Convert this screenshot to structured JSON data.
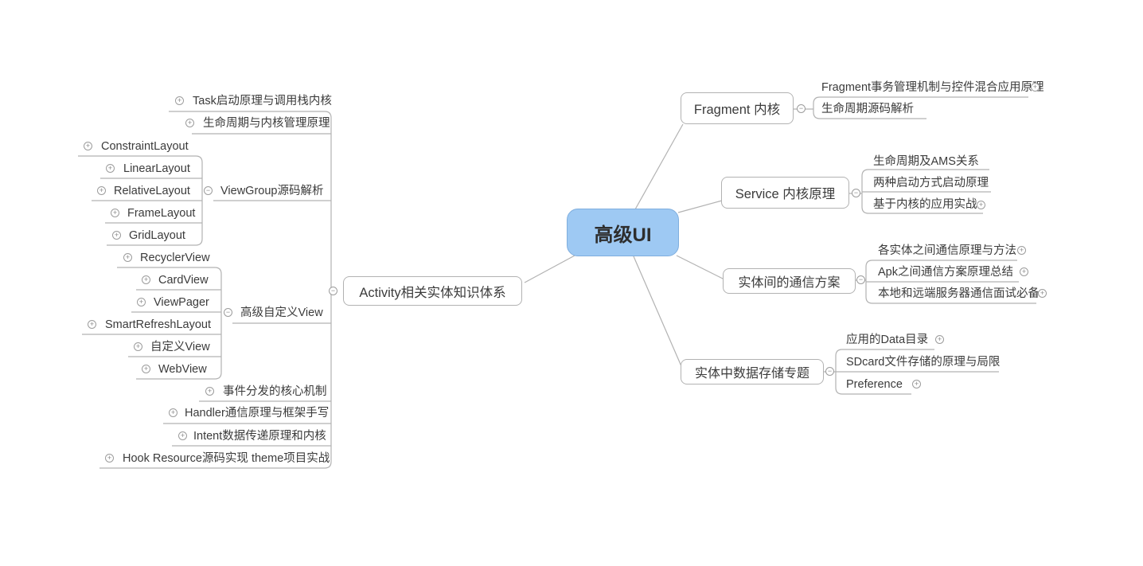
{
  "root": {
    "label": "高级UI"
  },
  "icons": {
    "expand": "+",
    "collapse": "−"
  },
  "colors": {
    "center_fill": "#9EC9F3",
    "center_border": "#7FAEDE",
    "line": "#B2B2B2",
    "text": "#3B3B3B"
  },
  "topics": {
    "activity": "Activity相关实体知识体系",
    "task": "Task启动原理与调用栈内核",
    "lifecycle_kernel": "生命周期与内核管理原理",
    "viewgroup": "ViewGroup源码解析",
    "constraint": "ConstraintLayout",
    "linear": "LinearLayout",
    "relative": "RelativeLayout",
    "frame": "FrameLayout",
    "grid": "GridLayout",
    "custom_view_group": "高级自定义View",
    "recycler": "RecyclerView",
    "card": "CardView",
    "viewpager": "ViewPager",
    "smart": "SmartRefreshLayout",
    "custom_view": "自定义View",
    "webview": "WebView",
    "event": "事件分发的核心机制",
    "handler": "Handler通信原理与框架手写",
    "intent": "Intent数据传递原理和内核",
    "hook": "Hook Resource源码实现 theme项目实战",
    "fragment": "Fragment 内核",
    "fragment_tx": "Fragment事务管理机制与控件混合应用原理",
    "fragment_lifecycle": "生命周期源码解析",
    "service": "Service 内核原理",
    "service_ams": "生命周期及AMS关系",
    "service_start": "两种启动方式启动原理",
    "service_practice": "基于内核的应用实战",
    "comm": "实体间的通信方案",
    "comm_methods": "各实体之间通信原理与方法",
    "comm_apk": "Apk之间通信方案原理总结",
    "comm_remote": "本地和远端服务器通信面试必备",
    "storage": "实体中数据存储专题",
    "storage_data": "应用的Data目录",
    "storage_sdcard": "SDcard文件存储的原理与局限",
    "storage_pref": "Preference"
  }
}
